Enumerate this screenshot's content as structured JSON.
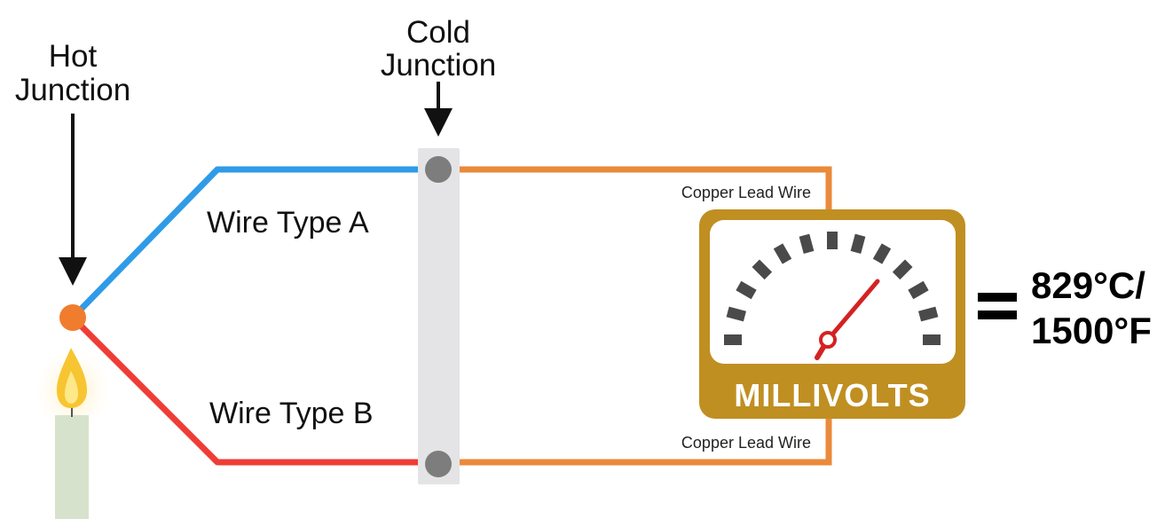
{
  "labels": {
    "hot_junction": [
      "Hot",
      "Junction"
    ],
    "cold_junction": [
      "Cold",
      "Junction"
    ],
    "wire_a": "Wire Type A",
    "wire_b": "Wire Type B",
    "copper_top": "Copper Lead Wire",
    "copper_bottom": "Copper Lead Wire",
    "meter": "MILLIVOLTS",
    "equals": "=",
    "result": [
      "829°C/",
      "1500°F"
    ]
  },
  "colors": {
    "wire_a": "#2f9be8",
    "wire_b": "#ef3d36",
    "copper": "#ea8a3a",
    "hot_junction_dot": "#f07d2e",
    "terminal_block": "#e4e4e6",
    "terminal": "#7d7d7d",
    "meter_frame": "#c08f22",
    "needle": "#d42222",
    "candle": "#d7e2cc",
    "flame": "#f7c531"
  },
  "icons": {
    "heat_source": "candle-icon",
    "gauge": "gauge-icon"
  }
}
